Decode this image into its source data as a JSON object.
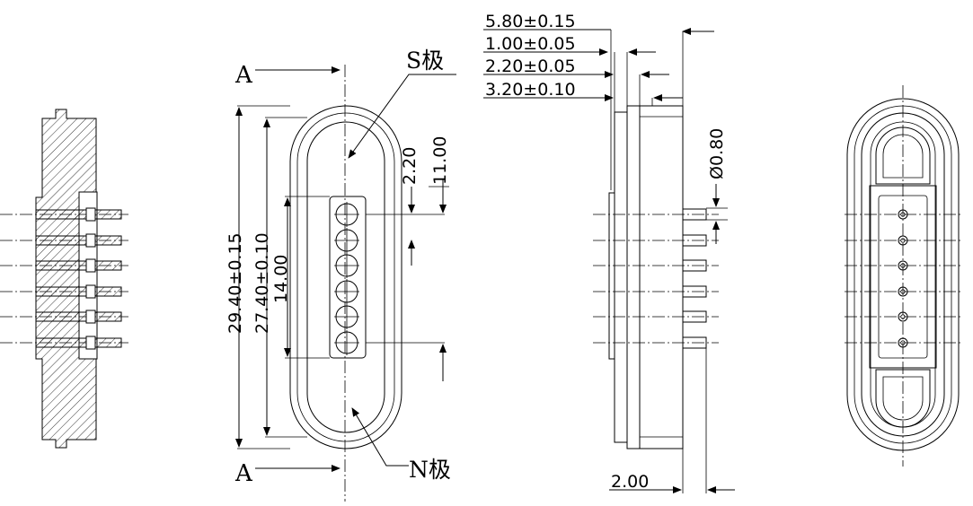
{
  "labels": {
    "section_top": "A",
    "section_bottom": "A",
    "pole_s": "S极",
    "pole_n": "N极"
  },
  "dimensions": {
    "width_total": "5.80±0.15",
    "flange_thickness": "1.00±0.05",
    "body_offset": "2.20±0.05",
    "pin_offset": "3.20±0.10",
    "pin_protrusion": "2.00",
    "pin_diameter": "Ø0.80",
    "overall_length": "29.40±0.15",
    "inner_length": "27.40±0.10",
    "pin_span": "14.00",
    "pin_to_end": "2.20",
    "pin_to_center": "11.00"
  }
}
